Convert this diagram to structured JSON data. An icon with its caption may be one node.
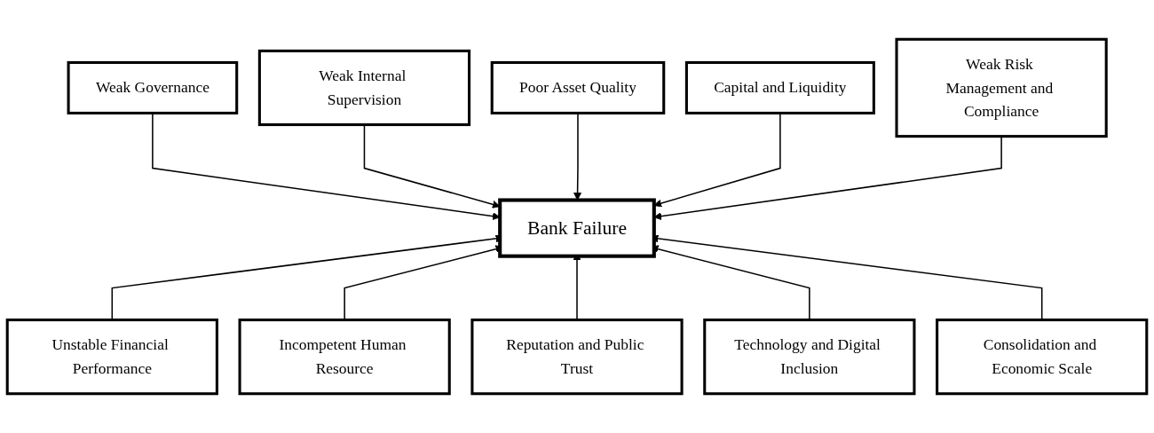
{
  "diagram": {
    "nodes": [
      {
        "text": [
          "Weak Governance"
        ]
      },
      {
        "text": [
          "Weak Internal Supervision"
        ]
      },
      {
        "text": [
          "Poor Asset Quality"
        ]
      },
      {
        "text": [
          "Capital and Liquidity"
        ]
      },
      {
        "text": [
          "Weak Risk Management and Compliance"
        ]
      },
      {
        "text": [
          "Bank Failure"
        ]
      },
      {
        "text": [
          "Unstable Financial Performance"
        ]
      },
      {
        "text": [
          "Incompetent Human Resource"
        ]
      },
      {
        "text": [
          "Reputation and Public Trust"
        ]
      },
      {
        "text": [
          "Technology and Digital Inclusion"
        ]
      },
      {
        "text": [
          "Consolidation and Economic Scale"
        ]
      }
    ],
    "edges": [
      {
        "from": 0,
        "to": 5,
        "arrow": "to"
      },
      {
        "from": 1,
        "to": 5,
        "arrow": "to"
      },
      {
        "from": 2,
        "to": 5,
        "arrow": "to"
      },
      {
        "from": 3,
        "to": 5,
        "arrow": "to"
      },
      {
        "from": 4,
        "to": 5,
        "arrow": "to"
      },
      {
        "from": 6,
        "to": 5,
        "arrow": "to"
      },
      {
        "from": 7,
        "to": 5,
        "arrow": "to"
      },
      {
        "from": 8,
        "to": 5,
        "arrow": "to"
      },
      {
        "from": 9,
        "to": 5,
        "arrow": "to"
      },
      {
        "from": 10,
        "to": 5,
        "arrow": "to"
      }
    ]
  }
}
